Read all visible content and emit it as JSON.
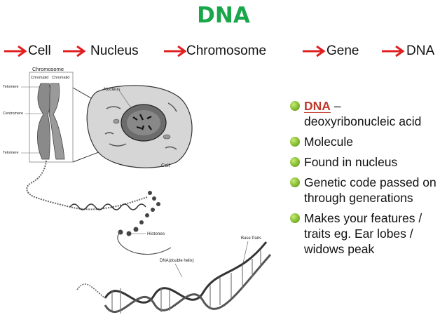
{
  "title": "DNA",
  "colors": {
    "title": "#1aa64a",
    "arrow": "#e02020",
    "term": "#c0392b",
    "bullet": "#8fc43a"
  },
  "flow": [
    "Cell",
    "Nucleus",
    "Chromosome",
    "Gene",
    "DNA"
  ],
  "figure_labels": {
    "chromosome": "Chromosome",
    "chromatid_left": "Chromatid",
    "chromatid_right": "Chromatid",
    "telomere_top": "Telomere",
    "centromere": "Centromere",
    "telomere_bottom": "Telomere",
    "nucleus": "Nucleus",
    "cell": "Cell",
    "histones": "Histones",
    "base_pairs": "Base Pairs",
    "dna_double_helix": "DNA(double helix)"
  },
  "bullets": [
    {
      "term": "DNA",
      "suffix": " –",
      "text": "deoxyribonucleic acid"
    },
    {
      "text": " Molecule"
    },
    {
      "text": "Found in nucleus"
    },
    {
      "text": "Genetic code passed on through generations"
    },
    {
      "text": "Makes your features / traits eg. Ear lobes / widows peak"
    }
  ]
}
